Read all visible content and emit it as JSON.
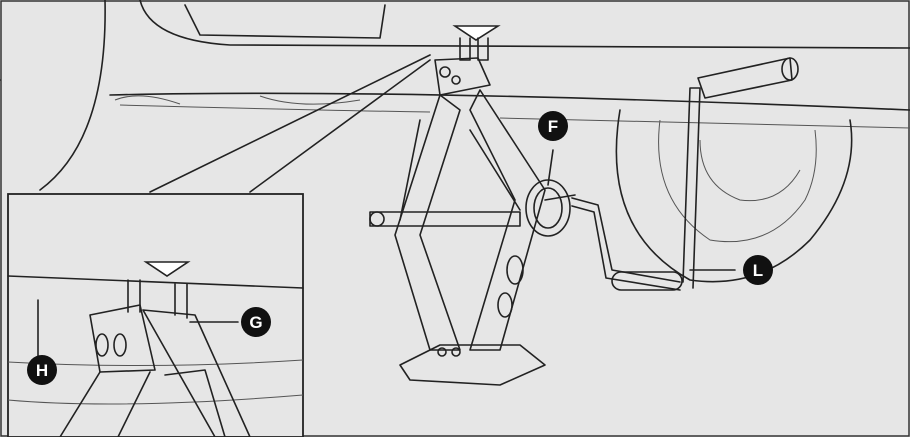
{
  "colors": {
    "background": "#e6e6e6",
    "line": "#222222",
    "callout_fill": "#111111",
    "callout_text": "#ffffff"
  },
  "callouts": {
    "F": "F",
    "L": "L",
    "G": "G",
    "H": "H"
  },
  "icons": {
    "jack_point_marker": "triangle-down-icon",
    "inset_jack_point_marker": "triangle-down-icon"
  }
}
